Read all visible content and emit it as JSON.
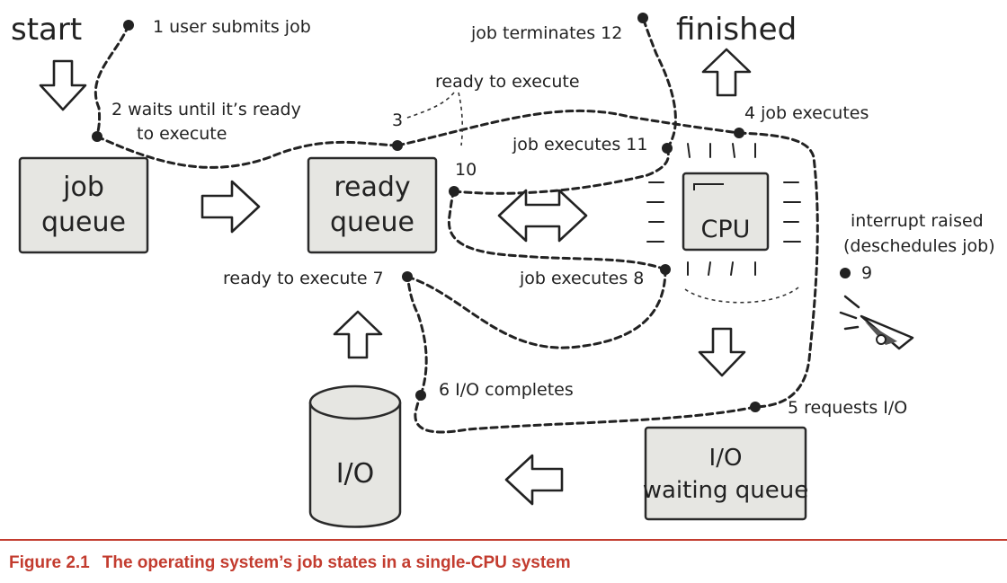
{
  "diagram": {
    "start": "start",
    "finished": "finished",
    "boxes": {
      "job_queue": [
        "job",
        "queue"
      ],
      "ready_queue": [
        "ready",
        "queue"
      ],
      "cpu": "CPU",
      "io": "I/O",
      "io_waiting_queue": [
        "I/O",
        "waiting queue"
      ]
    },
    "labels": {
      "step1": "1  user submits job",
      "step2_line1": "2  waits until it’s ready",
      "step2_line2": "to execute",
      "step3": "3",
      "ready_to_execute_top": "ready to execute",
      "step4": "4  job executes",
      "step5": "5  requests I/O",
      "step6": "6  I/O completes",
      "step7": "ready to execute 7",
      "step8": "job executes 8",
      "step9_line1": "interrupt raised",
      "step9_line2": "(deschedules job)",
      "step9_num": "9",
      "step10": "10",
      "step11": "job executes 11",
      "step12": "job terminates 12"
    },
    "icons": [
      "hollow-arrow-down",
      "hollow-arrow-right",
      "double-headed-arrow",
      "hollow-arrow-up",
      "hollow-arrow-left",
      "megaphone-icon",
      "cpu-chip-icon",
      "cylinder-icon"
    ]
  },
  "caption": {
    "figure_number": "Figure 2.1",
    "text": "The operating system’s job states in a single-CPU system",
    "color": "#c33c2f"
  }
}
